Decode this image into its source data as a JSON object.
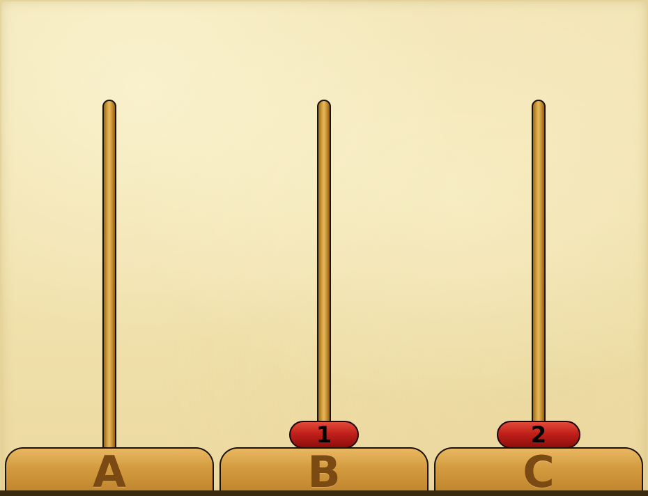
{
  "towers": [
    {
      "label": "A",
      "disks": []
    },
    {
      "label": "B",
      "disks": [
        "1"
      ]
    },
    {
      "label": "C",
      "disks": [
        "2"
      ]
    }
  ],
  "colors": {
    "disk": "#c1201a",
    "base": "#d39a3e",
    "label": "#7a4a12",
    "background": "#f1e2ae"
  }
}
